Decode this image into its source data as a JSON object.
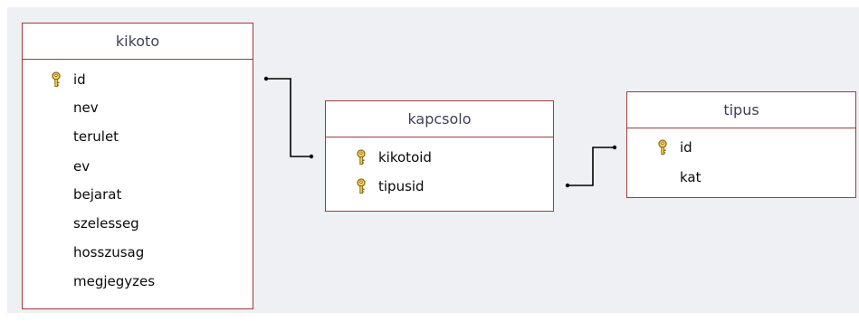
{
  "tables": {
    "kikoto": {
      "title": "kikoto",
      "fields": [
        {
          "name": "id",
          "key": true
        },
        {
          "name": "nev",
          "key": false
        },
        {
          "name": "terulet",
          "key": false
        },
        {
          "name": "ev",
          "key": false
        },
        {
          "name": "bejarat",
          "key": false
        },
        {
          "name": "szelesseg",
          "key": false
        },
        {
          "name": "hosszusag",
          "key": false
        },
        {
          "name": "megjegyzes",
          "key": false
        }
      ]
    },
    "kapcsolo": {
      "title": "kapcsolo",
      "fields": [
        {
          "name": "kikotoid",
          "key": true
        },
        {
          "name": "tipusid",
          "key": true
        }
      ]
    },
    "tipus": {
      "title": "tipus",
      "fields": [
        {
          "name": "id",
          "key": true
        },
        {
          "name": "kat",
          "key": false
        }
      ]
    }
  },
  "icons": {
    "primary_key": "key-icon"
  },
  "colors": {
    "table_border": "#a33a3a",
    "canvas": "#eff0f3",
    "relation_line": "#000000"
  }
}
